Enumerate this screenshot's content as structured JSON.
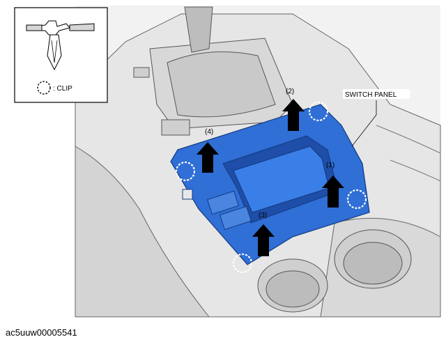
{
  "legend": {
    "clip_label": ": CLIP"
  },
  "callouts": {
    "switch_panel": "SWITCH PANEL",
    "step1": "(1)",
    "step2": "(2)",
    "step3": "(3)",
    "step4": "(4)"
  },
  "caption": "ac5uuw00005541",
  "colors": {
    "panel": "#2f6fd6",
    "panel_dark": "#1f4ea8",
    "arrow": "#000000",
    "console": "#e9e9e9"
  }
}
